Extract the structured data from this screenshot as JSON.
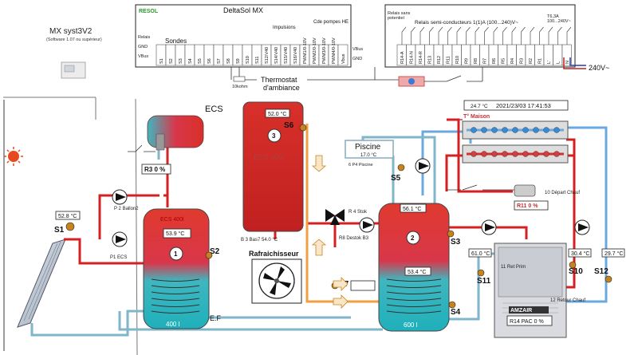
{
  "controller": {
    "brand": "RESOL",
    "title": "DeltaSol MX",
    "sondes_label": "Sondes",
    "impulsions_label": "Impulsions",
    "cde_pompes_label": "Cde pompes HE",
    "left_terms": [
      "Relais",
      "GND",
      "VBus"
    ],
    "vbus_terms": [
      "VBus",
      "GND"
    ],
    "terminals": [
      "S1",
      "S2",
      "S3",
      "S4",
      "S5",
      "S6",
      "S7",
      "S8",
      "S9",
      "S10",
      "S11",
      "S12/V40",
      "S14/V40",
      "S15/V40",
      "S16/V40",
      "PWM1/0-10V",
      "PWM2/0-10V",
      "PWM3/0-10V",
      "PWM4/0-10V",
      "Vbus"
    ]
  },
  "relays": {
    "dry_label": "Relais sans",
    "dry_label2": "potentiel",
    "semi_label": "Relais semi-conducteurs 1(1)A (100...240)V~",
    "fuse_label": "T6,3A",
    "fuse_label2": "100...240V~",
    "mains": "240V~",
    "terminals": [
      "R14-A",
      "R14-N",
      "R14-R",
      "R13",
      "R12",
      "R11",
      "R10",
      "R9",
      "R8",
      "R7",
      "R6",
      "R5",
      "R4",
      "R3",
      "R2",
      "R1",
      "L'",
      "L",
      "N"
    ]
  },
  "system": {
    "name": "MX syst3V2",
    "software": "(Software 1.07 ou supérieur)"
  },
  "labels": {
    "resistor": "10kohm",
    "thermostat1": "Thermostat",
    "thermostat2": "d'ambiance",
    "ecs": "ECS",
    "cooler": "Rafraichisseur",
    "ef": "E.F",
    "depart_chauf": "10 Départ Chauf",
    "ret_prim": "11 Ret Prim",
    "retour_chauf": "12 Retour Chauf"
  },
  "relays_state": {
    "r3": "R3 0 %",
    "r11": "R11 0 %",
    "r14": "R14 PAC 0 %"
  },
  "tanks": {
    "t1": {
      "number": "1",
      "label": "ECS 400l",
      "temp": "53.9 °C",
      "capacity": "400 l"
    },
    "t2": {
      "number": "2",
      "top_temp": "56.1 °C",
      "mid_temp": "53.4 °C",
      "capacity": "600 l"
    },
    "t3": {
      "number": "3",
      "temp": "52.0 °C",
      "label": "ECS 400l",
      "bottom_temp": "B 3 Bas7   54.0 °C"
    }
  },
  "piscine": {
    "label": "Piscine",
    "temp": "17.0 °C",
    "pump": "6 P4 Piscine"
  },
  "maison": {
    "temp": "24.7 °C",
    "datetime": "2021/23/03 17:41:53",
    "label": "T° Maison"
  },
  "pac": {
    "brand": "AMZAIR"
  },
  "sensors": {
    "s1": "S1",
    "s2": "S2",
    "s3": "S3",
    "s4": "S4",
    "s5": "S5",
    "s6": "S6",
    "s7": "S7",
    "s10": "S10",
    "s11": "S11",
    "s12": "S12",
    "s1_temp": "52.8 °C",
    "s11_temp": "61.0 °C",
    "s10_temp": "30.4 °C",
    "s12_temp": "29.7 °C"
  },
  "pumps": {
    "p2": "P 2 Ballon2",
    "p1": "P1 ECS",
    "r4": "R 4 Stok",
    "r8": "R8 Destok B3"
  },
  "colors": {
    "hot": "#d42020",
    "cold": "#7fb6c9",
    "sky": "#6aa8e0",
    "orange": "#f0a040",
    "sensor": "#c8841c"
  }
}
